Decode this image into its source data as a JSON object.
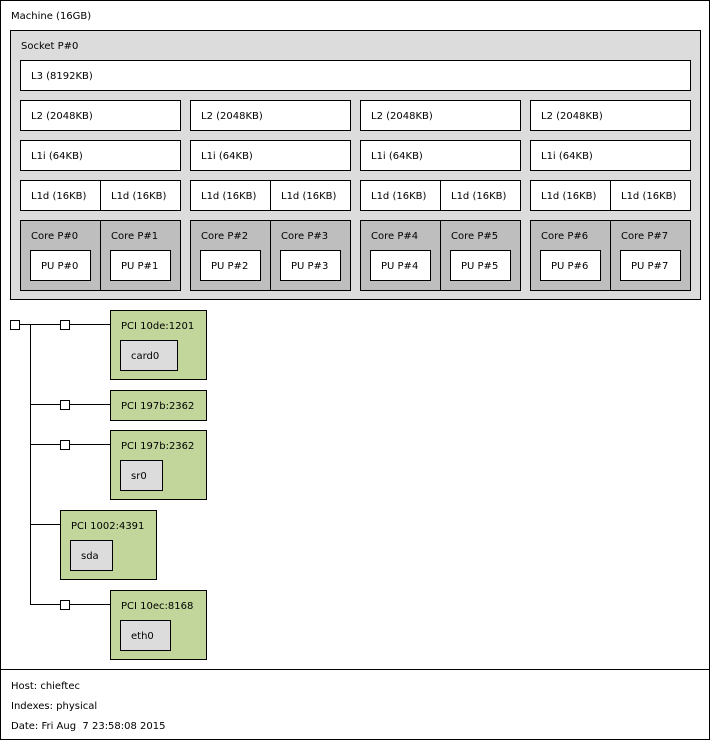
{
  "machine": {
    "label": "Machine (16GB)"
  },
  "socket": {
    "label": "Socket P#0"
  },
  "l3": {
    "label": "L3 (8192KB)"
  },
  "l2": [
    "L2 (2048KB)",
    "L2 (2048KB)",
    "L2 (2048KB)",
    "L2 (2048KB)"
  ],
  "l1i": [
    "L1i (64KB)",
    "L1i (64KB)",
    "L1i (64KB)",
    "L1i (64KB)"
  ],
  "l1d": [
    "L1d (16KB)",
    "L1d (16KB)",
    "L1d (16KB)",
    "L1d (16KB)",
    "L1d (16KB)",
    "L1d (16KB)",
    "L1d (16KB)",
    "L1d (16KB)"
  ],
  "cores": [
    {
      "label": "Core P#0",
      "pu": "PU P#0"
    },
    {
      "label": "Core P#1",
      "pu": "PU P#1"
    },
    {
      "label": "Core P#2",
      "pu": "PU P#2"
    },
    {
      "label": "Core P#3",
      "pu": "PU P#3"
    },
    {
      "label": "Core P#4",
      "pu": "PU P#4"
    },
    {
      "label": "Core P#5",
      "pu": "PU P#5"
    },
    {
      "label": "Core P#6",
      "pu": "PU P#6"
    },
    {
      "label": "Core P#7",
      "pu": "PU P#7"
    }
  ],
  "pci": [
    {
      "label": "PCI 10de:1201",
      "device": "card0"
    },
    {
      "label": "PCI 197b:2362"
    },
    {
      "label": "PCI 197b:2362",
      "device": "sr0"
    },
    {
      "label": "PCI 1002:4391",
      "device": "sda"
    },
    {
      "label": "PCI 10ec:8168",
      "device": "eth0"
    }
  ],
  "footer": {
    "host": "Host: chieftec",
    "indexes": "Indexes: physical",
    "date": "Date: Fri Aug  7 23:58:08 2015"
  },
  "colors": {
    "machine_bg": "#ffffff",
    "socket_bg": "#dcdcdc",
    "cache_bg": "#ffffff",
    "core_bg": "#bebebe",
    "pu_bg": "#ffffff",
    "pci_bg": "#c2d69b",
    "osdev_bg": "#dcdcdc"
  }
}
